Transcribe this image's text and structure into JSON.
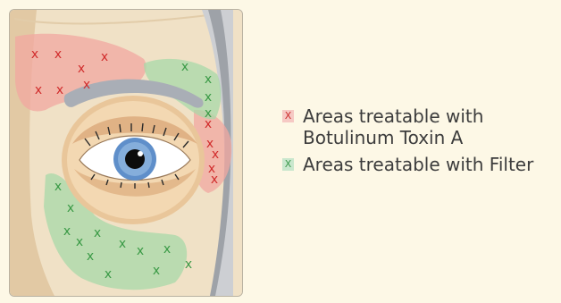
{
  "legend": {
    "botox": {
      "symbol": "X",
      "line1": "Areas treatable with",
      "line2": "Botulinum Toxin A",
      "color": "#cc2e2e",
      "swatch_bg": "#f6c9c4"
    },
    "filler": {
      "symbol": "X",
      "line1": "Areas treatable with Filter",
      "color": "#3d9a4d",
      "swatch_bg": "#c9e7cd"
    }
  },
  "markers": {
    "botox_count": 12,
    "filler_count": 16
  }
}
